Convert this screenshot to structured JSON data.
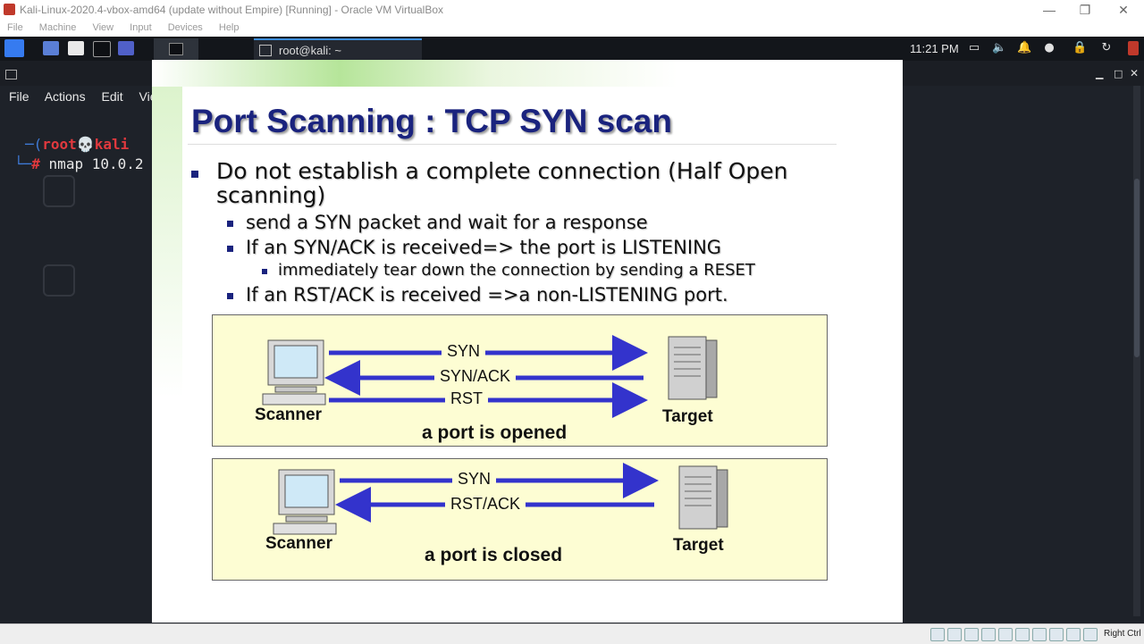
{
  "vbox": {
    "title": "Kali-Linux-2020.4-vbox-amd64 (update without Empire) [Running] - Oracle VM VirtualBox",
    "menu": [
      "File",
      "Machine",
      "View",
      "Input",
      "Devices",
      "Help"
    ],
    "host_key": "Right Ctrl"
  },
  "taskbar": {
    "task_label": "root@kali: ~",
    "clock": "11:21 PM"
  },
  "terminal": {
    "menu": [
      "File",
      "Actions",
      "Edit",
      "View"
    ],
    "prompt_user": "root",
    "prompt_host": "kali",
    "prompt_symbol": "#",
    "command": "nmap 10.0.2"
  },
  "slide": {
    "title": "Port Scanning : TCP SYN scan",
    "bullet_main_line1": "Do not establish a complete connection (Half Open",
    "bullet_main_line2": "scanning)",
    "sub1": "send a SYN packet and wait for a response",
    "sub2": "If an SYN/ACK is received=> the port is LISTENING",
    "sub2_1": "immediately tear down the connection by sending a RESET",
    "sub3": "If an RST/ACK is received =>a non-LISTENING port.",
    "open_diagram": {
      "scanner": "Scanner",
      "target": "Target",
      "messages": [
        "SYN",
        "SYN/ACK",
        "RST"
      ],
      "caption": "a port is opened"
    },
    "closed_diagram": {
      "scanner": "Scanner",
      "target": "Target",
      "messages": [
        "SYN",
        "RST/ACK"
      ],
      "caption": "a port is closed"
    }
  },
  "colors": {
    "title_blue": "#1a237e",
    "arrow_blue": "#3333cc",
    "diagram_fill": "#fdfdd3",
    "kali_red": "#e0393e",
    "terminal_bg": "#1e2229"
  }
}
